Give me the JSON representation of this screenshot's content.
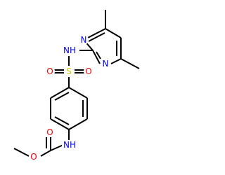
{
  "colors": {
    "bond": "#000000",
    "nitrogen": "#0000ff",
    "sulfur": "#cccc00",
    "oxygen": "#ff0000",
    "background": "#ffffff"
  },
  "atoms": {
    "n_pyrimidine_top": {
      "label": "N",
      "element": "nitrogen"
    },
    "n_pyrimidine_bottom": {
      "label": "N",
      "element": "nitrogen"
    },
    "nh_sulfonamide": {
      "label": "NH",
      "element": "nitrogen"
    },
    "s_sulfonyl": {
      "label": "S",
      "element": "sulfur"
    },
    "o_sulfonyl_left": {
      "label": "O",
      "element": "oxygen"
    },
    "o_sulfonyl_right": {
      "label": "O",
      "element": "oxygen"
    },
    "nh_carbamate": {
      "label": "NH",
      "element": "nitrogen"
    },
    "o_carbonyl": {
      "label": "O",
      "element": "oxygen"
    },
    "o_ester": {
      "label": "O",
      "element": "oxygen"
    }
  }
}
